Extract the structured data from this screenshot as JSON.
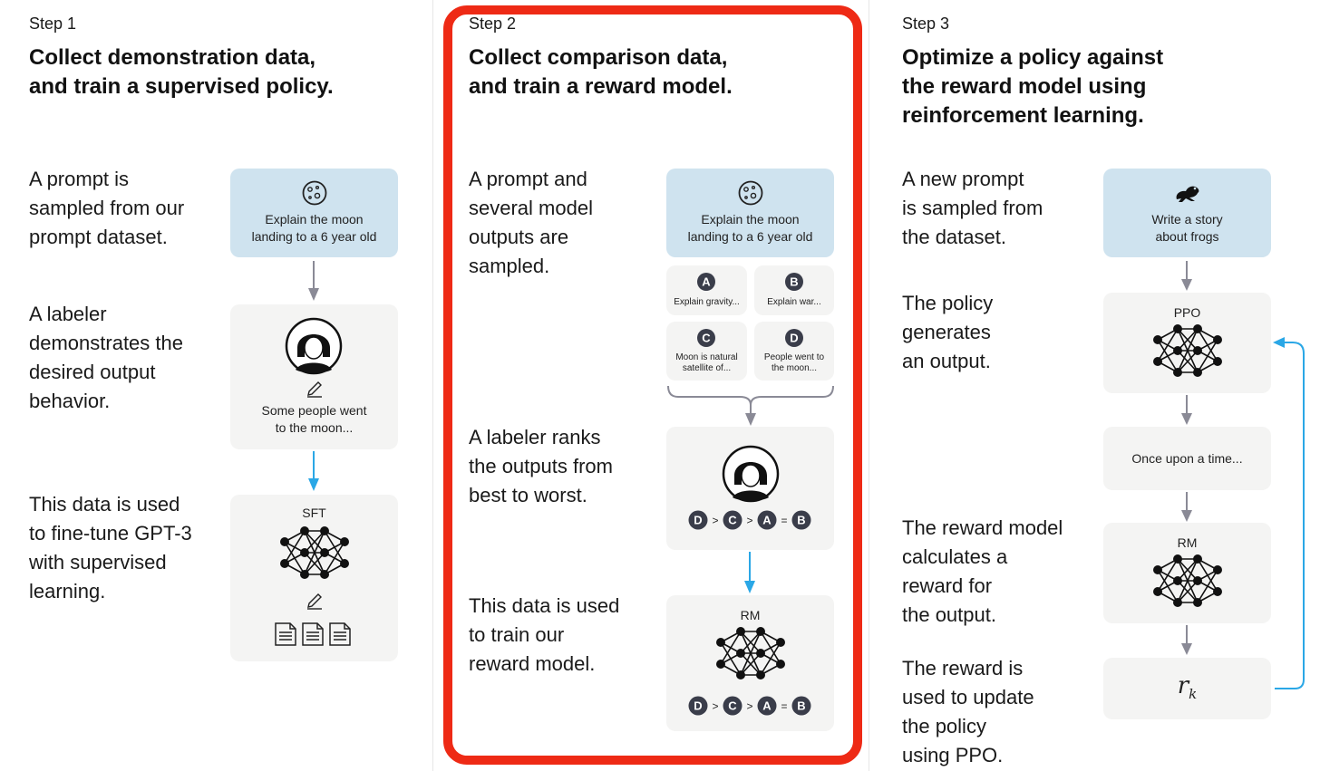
{
  "colors": {
    "accent_blue": "#2aa7e6",
    "highlight_red": "#ee2a15",
    "arrow_gray": "#8a8a96",
    "card_gray": "#f4f4f3",
    "card_blue": "#cfe3ef",
    "badge_dark": "#3a3d4a"
  },
  "step1": {
    "label": "Step 1",
    "title_line1": "Collect demonstration data,",
    "title_line2": "and train a supervised policy.",
    "desc_prompt": [
      "A prompt is",
      "sampled from our",
      "prompt dataset."
    ],
    "desc_labeler": [
      "A labeler",
      "demonstrates the",
      "desired output",
      "behavior."
    ],
    "desc_finetune": [
      "This data is used",
      "to fine-tune GPT-3",
      "with supervised",
      "learning."
    ],
    "prompt_card": [
      "Explain the moon",
      "landing to a 6 year old"
    ],
    "demo_card": [
      "Some people went",
      "to the moon..."
    ],
    "model_label": "SFT"
  },
  "step2": {
    "label": "Step 2",
    "title_line1": "Collect comparison data,",
    "title_line2": "and train a reward model.",
    "desc_prompt": [
      "A prompt and",
      "several model",
      "outputs are",
      "sampled."
    ],
    "desc_rank": [
      "A labeler ranks",
      "the outputs from",
      "best to worst."
    ],
    "desc_train": [
      "This data is used",
      "to train our",
      "reward model."
    ],
    "prompt_card": [
      "Explain the moon",
      "landing to a 6 year old"
    ],
    "outputs": [
      {
        "letter": "A",
        "text": [
          "Explain gravity..."
        ]
      },
      {
        "letter": "B",
        "text": [
          "Explain war..."
        ]
      },
      {
        "letter": "C",
        "text": [
          "Moon is natural",
          "satellite of..."
        ]
      },
      {
        "letter": "D",
        "text": [
          "People went to",
          "the moon..."
        ]
      }
    ],
    "ranking": {
      "items": [
        "D",
        "C",
        "A",
        "B"
      ],
      "ops": [
        ">",
        ">",
        "="
      ]
    },
    "model_label": "RM"
  },
  "step3": {
    "label": "Step 3",
    "title_line1": "Optimize a policy against",
    "title_line2": "the reward model using",
    "title_line3": "reinforcement learning.",
    "desc_prompt": [
      "A new prompt",
      "is sampled from",
      "the dataset."
    ],
    "desc_policy": [
      "The policy",
      "generates",
      "an output."
    ],
    "desc_reward": [
      "The reward model",
      "calculates a",
      "reward for",
      "the output."
    ],
    "desc_update": [
      "The reward is",
      "used to update",
      "the policy",
      "using PPO."
    ],
    "prompt_card": [
      "Write a story",
      "about frogs"
    ],
    "policy_label": "PPO",
    "output_text": "Once upon a time...",
    "reward_label": "RM",
    "reward_symbol": "r",
    "reward_subscript": "k"
  }
}
